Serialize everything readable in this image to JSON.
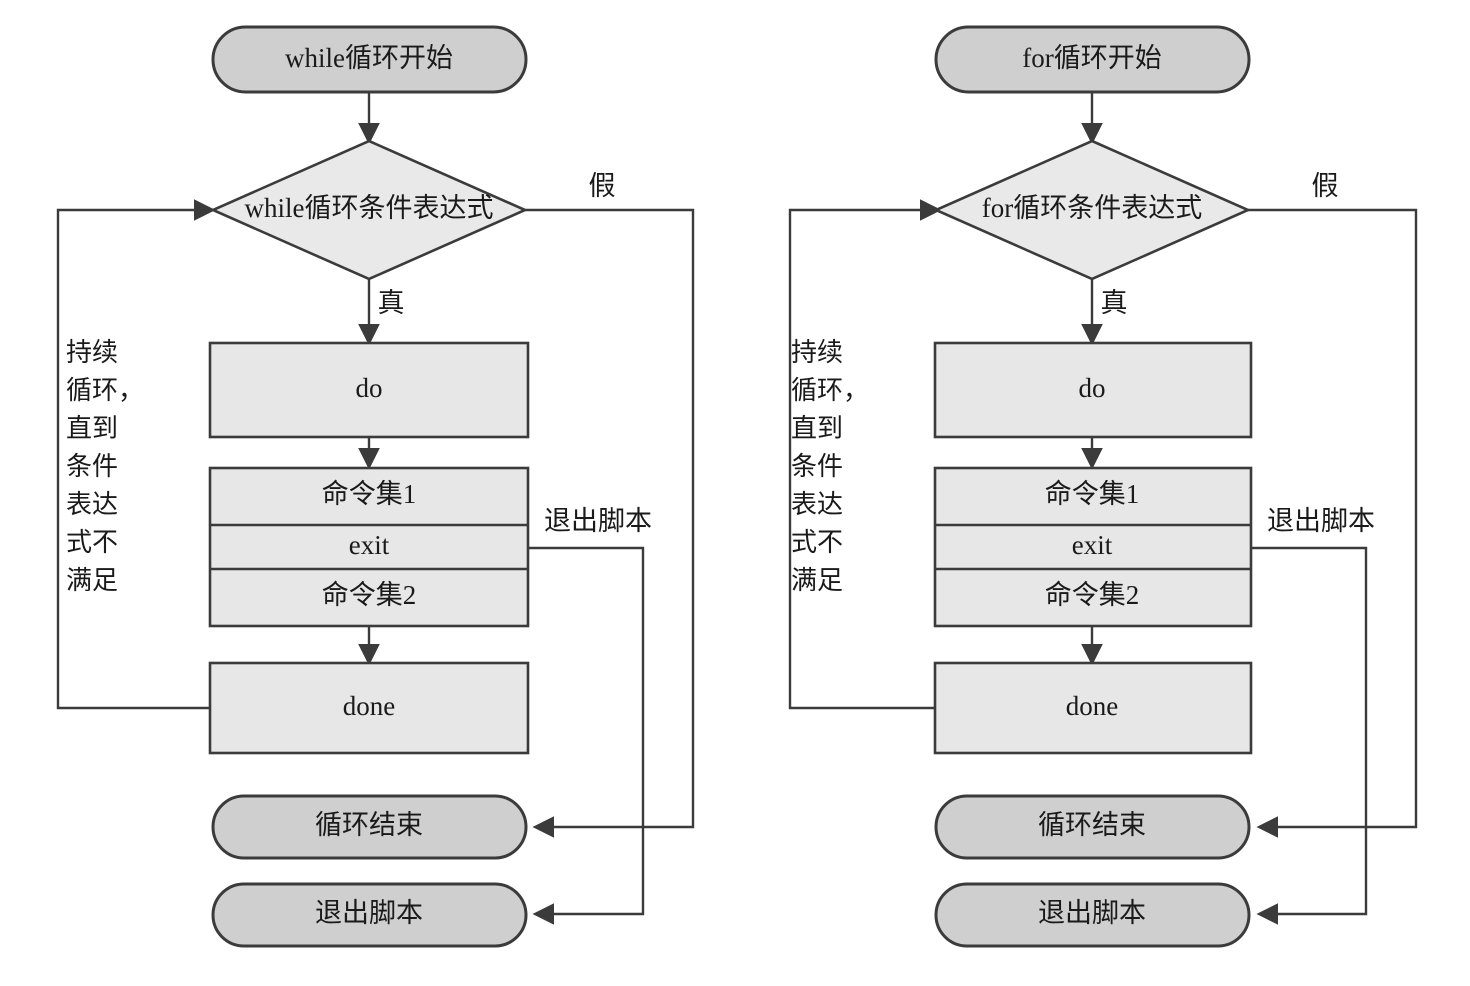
{
  "diagram": {
    "title_hidden": "",
    "colors": {
      "terminal_fill": "#cfcfcf",
      "process_fill": "#e7e7e7",
      "decision_fill": "#e9e9e9",
      "stroke": "#3b3b3b",
      "text": "#1a1a1a",
      "background": "#ffffff"
    },
    "panels": [
      {
        "id": "while-loop",
        "start": "while循环开始",
        "decision": "while循环条件表达式",
        "true_label": "真",
        "false_label": "假",
        "loop_note_lines": [
          "持续",
          "循环，",
          "直到",
          "条件",
          "表达",
          "式不",
          "满足"
        ],
        "loop_note_text": "持续循环，直到条件表达式不满足",
        "do_label": "do",
        "body_rows": [
          "命令集1",
          "exit",
          "命令集2"
        ],
        "done_label": "done",
        "exit_edge_label": "退出脚本",
        "end_loop_label": "循环结束",
        "exit_script_label": "退出脚本"
      },
      {
        "id": "for-loop",
        "start": "for循环开始",
        "decision": "for循环条件表达式",
        "true_label": "真",
        "false_label": "假",
        "loop_note_lines": [
          "持续",
          "循环，",
          "直到",
          "条件",
          "表达",
          "式不",
          "满足"
        ],
        "loop_note_text": "持续循环，直到条件表达式不满足",
        "do_label": "do",
        "body_rows": [
          "命令集1",
          "exit",
          "命令集2"
        ],
        "done_label": "done",
        "exit_edge_label": "退出脚本",
        "end_loop_label": "循环结束",
        "exit_script_label": "退出脚本"
      }
    ]
  }
}
